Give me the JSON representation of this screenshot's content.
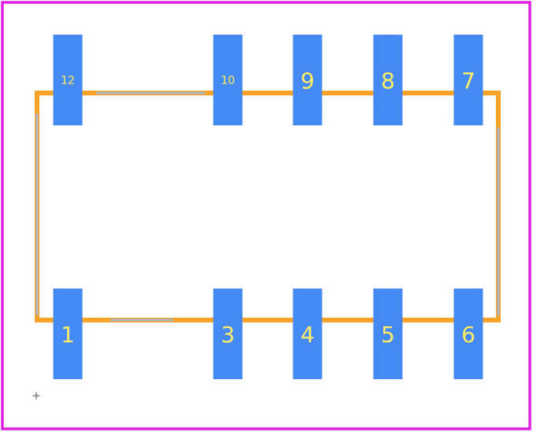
{
  "colors": {
    "background": "#ffffff",
    "board_outline": "#e020e0",
    "component_outline": "#f7a32a",
    "silkscreen": "#b4b4b4",
    "pad_fill": "#4589f2",
    "pad_label": "#ffee66",
    "origin_marker": "#a0a0a0"
  },
  "pads": {
    "top": [
      {
        "label": "12"
      },
      {
        "label": "10"
      },
      {
        "label": "9"
      },
      {
        "label": "8"
      },
      {
        "label": "7"
      }
    ],
    "bottom": [
      {
        "label": "1"
      },
      {
        "label": "3"
      },
      {
        "label": "4"
      },
      {
        "label": "5"
      },
      {
        "label": "6"
      }
    ]
  }
}
